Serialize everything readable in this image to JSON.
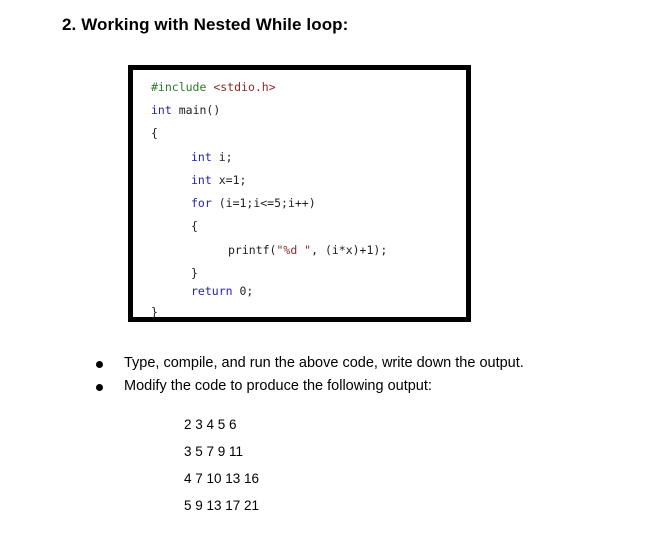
{
  "heading": "2. Working with Nested While loop:",
  "code": {
    "include_directive": "#include",
    "include_header": "<stdio.h>",
    "main_type": "int",
    "main_name": "main()",
    "open_brace": "{",
    "decl_i_type": "int",
    "decl_i_rest": "i;",
    "decl_x_type": "int",
    "decl_x_rest": "x=1;",
    "for_keyword": "for",
    "for_rest": "(i=1;i<=5;i++)",
    "inner_open_brace": "{",
    "printf_call": "printf(",
    "printf_format": "\"%d \"",
    "printf_args": ", (i*x)+1);",
    "inner_close_brace": "}",
    "return_keyword": "return",
    "return_rest": "0;",
    "close_brace": "}"
  },
  "bullets": [
    "Type, compile, and run the above code, write down the output.",
    "Modify the code to produce the following output:"
  ],
  "output_lines": [
    "2 3 4 5 6",
    "3 5 7 9 11",
    "4 7 10 13 16",
    "5 9 13 17 21"
  ]
}
